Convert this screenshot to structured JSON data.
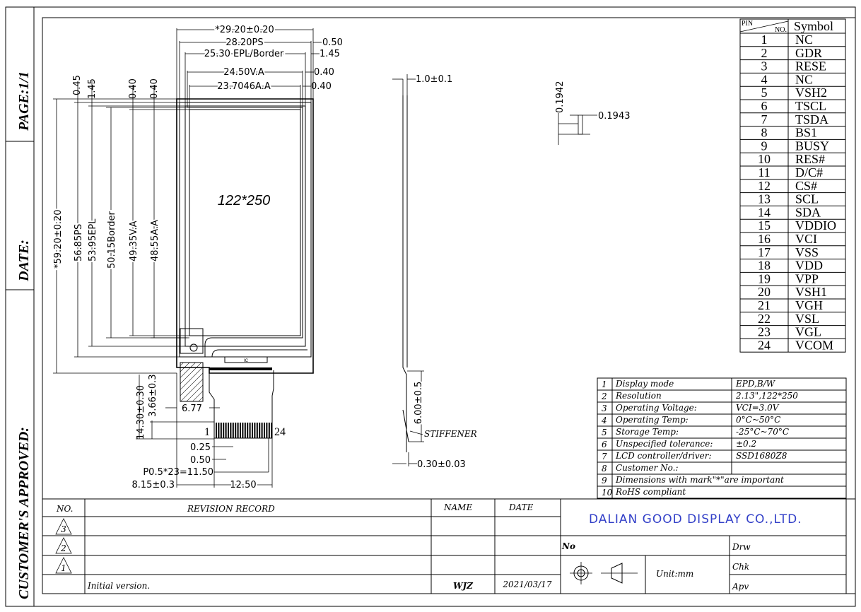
{
  "side_labels": {
    "page": "PAGE:1/1",
    "date": "DATE:",
    "approved": "CUSTOMER'S APPROVED:"
  },
  "dimensions": {
    "width_total": "*29.20±0.20",
    "width_ps": "28.20PS",
    "width_epl": "25.30 EPL/Border",
    "width_va": "24.50V.A",
    "width_aa": "23.7046A.A",
    "offset_050": "0.50",
    "offset_145_right": "1.45",
    "offset_040_a": "0.40",
    "offset_040_b": "0.40",
    "top_045": "0.45",
    "top_145": "1.45",
    "top_040_a": "0.40",
    "top_040_b": "0.40",
    "height_total": "*59.20±0.20",
    "height_ps": "56.85PS",
    "height_epl": "53.95EPL",
    "height_border": "50.15Border",
    "height_va": "49.35V.A",
    "height_aa": "48.55A.A",
    "fpc_len": "14.30±0.30",
    "fpc_stiff": "3.66±0.3",
    "fpc_offset": "6.77",
    "pin_width": "0.25",
    "pin_pitch": "0.50",
    "pitch_total": "P0.5*23=11.50",
    "fpc_left": "8.15±0.3",
    "fpc_width": "12.50",
    "thickness": "1.0±0.1",
    "stiffener_len": "6.00±0.5",
    "fpc_thickness": "0.30±0.03",
    "detail_a": "0.1942",
    "detail_b": "0.1943"
  },
  "drawing": {
    "resolution_label": "122*250",
    "ic_label": "IC",
    "pin_first": "1",
    "pin_last": "24",
    "stiffener_label": "STIFFENER"
  },
  "pin_table": {
    "header_pin": "PIN",
    "header_no": "NO.",
    "header_symbol": "Symbol",
    "rows": [
      {
        "no": "1",
        "symbol": "NC"
      },
      {
        "no": "2",
        "symbol": "GDR"
      },
      {
        "no": "3",
        "symbol": "RESE"
      },
      {
        "no": "4",
        "symbol": "NC"
      },
      {
        "no": "5",
        "symbol": "VSH2"
      },
      {
        "no": "6",
        "symbol": "TSCL"
      },
      {
        "no": "7",
        "symbol": "TSDA"
      },
      {
        "no": "8",
        "symbol": "BS1"
      },
      {
        "no": "9",
        "symbol": "BUSY"
      },
      {
        "no": "10",
        "symbol": "RES#"
      },
      {
        "no": "11",
        "symbol": "D/C#"
      },
      {
        "no": "12",
        "symbol": "CS#"
      },
      {
        "no": "13",
        "symbol": "SCL"
      },
      {
        "no": "14",
        "symbol": "SDA"
      },
      {
        "no": "15",
        "symbol": "VDDIO"
      },
      {
        "no": "16",
        "symbol": "VCI"
      },
      {
        "no": "17",
        "symbol": "VSS"
      },
      {
        "no": "18",
        "symbol": "VDD"
      },
      {
        "no": "19",
        "symbol": "VPP"
      },
      {
        "no": "20",
        "symbol": "VSH1"
      },
      {
        "no": "21",
        "symbol": "VGH"
      },
      {
        "no": "22",
        "symbol": "VSL"
      },
      {
        "no": "23",
        "symbol": "VGL"
      },
      {
        "no": "24",
        "symbol": "VCOM"
      }
    ]
  },
  "spec_table": [
    {
      "no": "1",
      "label": "Display mode",
      "value": "EPD,B/W"
    },
    {
      "no": "2",
      "label": "Resolution",
      "value": "2.13\",122*250"
    },
    {
      "no": "3",
      "label": "Operating Voltage:",
      "value": "VCI=3.0V"
    },
    {
      "no": "4",
      "label": "Operating Temp:",
      "value": "0°C~50°C"
    },
    {
      "no": "5",
      "label": "Storage Temp:",
      "value": "-25°C~70°C"
    },
    {
      "no": "6",
      "label": "Unspecified tolerance:",
      "value": "±0.2"
    },
    {
      "no": "7",
      "label": "LCD controller/driver:",
      "value": "SSD1680Z8"
    },
    {
      "no": "8",
      "label": "Customer No.:",
      "value": ""
    },
    {
      "no": "9",
      "label": "Dimensions with mark\"*\"are important",
      "value": null
    },
    {
      "no": "10",
      "label": "RoHS compliant",
      "value": null
    }
  ],
  "revision": {
    "headers": {
      "no": "NO.",
      "record": "REVISION RECORD",
      "name": "NAME",
      "date": "DATE"
    },
    "rows": [
      {
        "no": "3",
        "record": "",
        "name": "",
        "date": ""
      },
      {
        "no": "2",
        "record": "",
        "name": "",
        "date": ""
      },
      {
        "no": "1",
        "record": "",
        "name": "",
        "date": ""
      },
      {
        "no": "",
        "record": "Initial version.",
        "name": "WJZ",
        "date": "2021/03/17"
      }
    ]
  },
  "title_block": {
    "company": "DALIAN GOOD DISPLAY CO.,LTD.",
    "no_label": "No",
    "unit": "Unit:mm",
    "drw": "Drw",
    "chk": "Chk",
    "apv": "Apv"
  }
}
